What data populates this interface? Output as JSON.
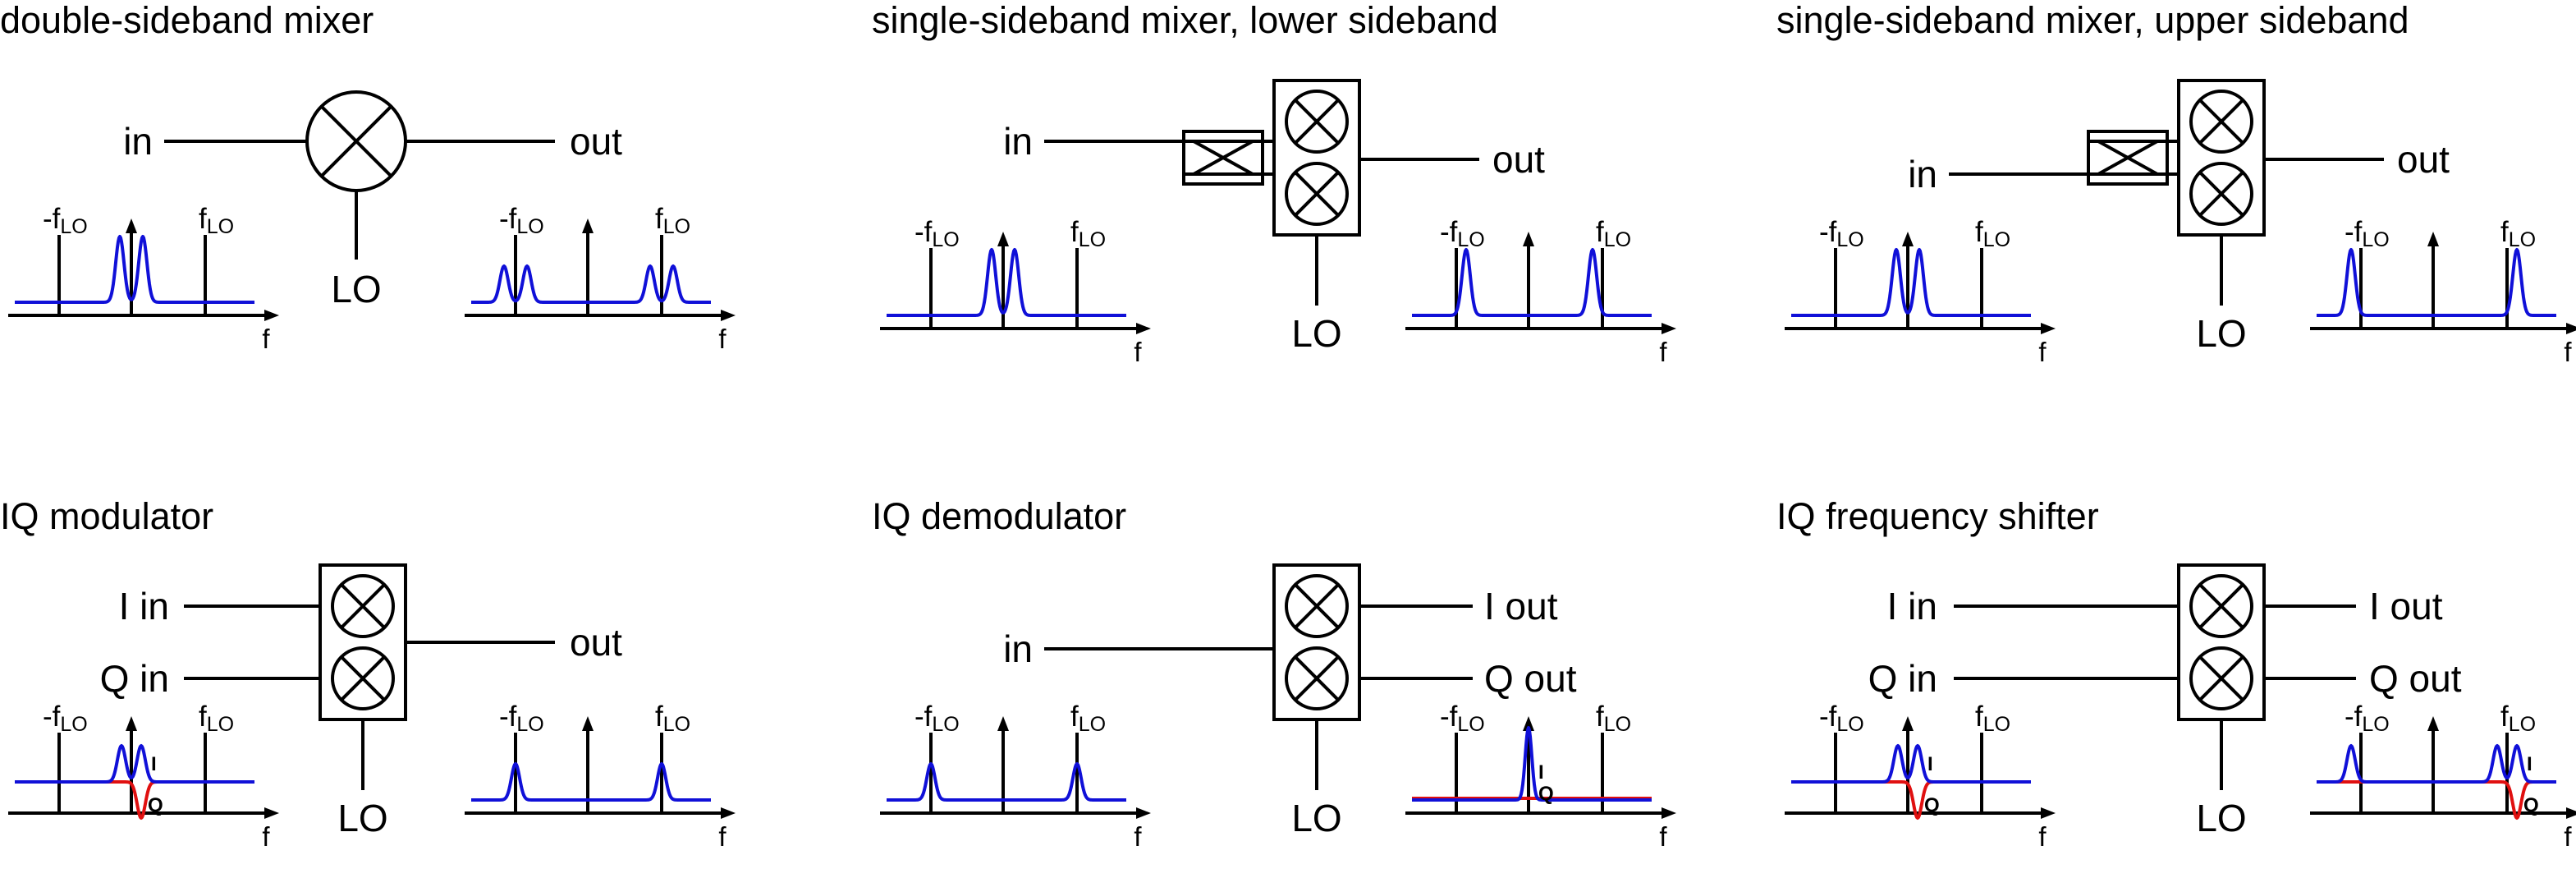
{
  "colors": {
    "ink": "#000000",
    "spectrum": "#1010d8",
    "q_signal": "#e01010",
    "background": "#ffffff"
  },
  "icons": [
    "mixer-icon",
    "hybrid-coupler-icon",
    "iq-mixer-icon",
    "axis-arrow-icon"
  ],
  "axis": {
    "f": "f",
    "neg_lo_prefix": "-f",
    "pos_lo_prefix": "f",
    "lo_sub": "LO"
  },
  "iq_labels": {
    "i": "I",
    "q": "Q"
  },
  "panels": [
    {
      "id": "dsb",
      "title": "double-sideband mixer",
      "kind": "dsb",
      "ports": {
        "in": "in",
        "out": "out",
        "lo": "LO"
      },
      "spectra": {
        "input": {
          "type": "pair",
          "lines": [
            "blue"
          ]
        },
        "output": {
          "type": "double_pair",
          "lines": [
            "blue"
          ]
        }
      }
    },
    {
      "id": "ssb-lower",
      "title": "single-sideband mixer, lower sideband",
      "kind": "ssb",
      "ports": {
        "in": "in",
        "out": "out",
        "lo": "LO"
      },
      "spectra": {
        "input": {
          "type": "pair",
          "lines": [
            "blue"
          ]
        },
        "output": {
          "type": "lower_sideband",
          "lines": [
            "blue"
          ]
        }
      }
    },
    {
      "id": "ssb-upper",
      "title": "single-sideband mixer, upper sideband",
      "kind": "ssb",
      "ports": {
        "in": "in",
        "out": "out",
        "lo": "LO"
      },
      "spectra": {
        "input": {
          "type": "pair",
          "lines": [
            "blue"
          ]
        },
        "output": {
          "type": "upper_sideband",
          "lines": [
            "blue"
          ]
        }
      }
    },
    {
      "id": "iq-mod",
      "title": "IQ modulator",
      "kind": "iqmod",
      "ports": {
        "i_in": "I in",
        "q_in": "Q in",
        "out": "out",
        "lo": "LO"
      },
      "spectra": {
        "input": {
          "type": "iq_input",
          "lines": [
            "blue",
            "red"
          ]
        },
        "output": {
          "type": "single_sidebands",
          "lines": [
            "blue"
          ]
        }
      }
    },
    {
      "id": "iq-demod",
      "title": "IQ demodulator",
      "kind": "iqdemod",
      "ports": {
        "in": "in",
        "i_out": "I out",
        "q_out": "Q out",
        "lo": "LO"
      },
      "spectra": {
        "input": {
          "type": "single_sidebands",
          "lines": [
            "blue"
          ]
        },
        "output": {
          "type": "baseband_iq",
          "lines": [
            "blue",
            "red"
          ]
        }
      }
    },
    {
      "id": "iq-shift",
      "title": "IQ frequency shifter",
      "kind": "iqshift",
      "ports": {
        "i_in": "I in",
        "q_in": "Q in",
        "i_out": "I out",
        "q_out": "Q out",
        "lo": "LO"
      },
      "spectra": {
        "input": {
          "type": "iq_input",
          "lines": [
            "blue",
            "red"
          ]
        },
        "output": {
          "type": "iq_shifted",
          "lines": [
            "blue",
            "red"
          ]
        }
      }
    }
  ]
}
